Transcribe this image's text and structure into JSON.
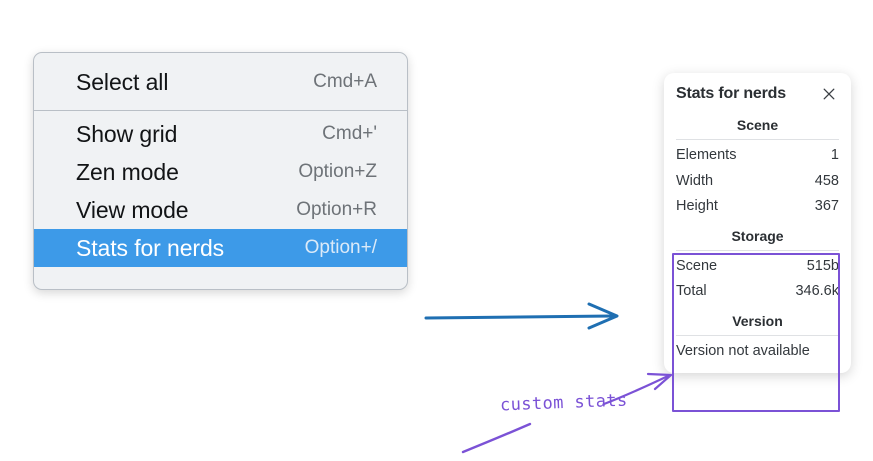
{
  "context_menu": {
    "groups": [
      {
        "items": [
          {
            "label": "Select all",
            "shortcut": "Cmd+A",
            "selected": false
          }
        ]
      },
      {
        "items": [
          {
            "label": "Show grid",
            "shortcut": "Cmd+'",
            "selected": false
          },
          {
            "label": "Zen mode",
            "shortcut": "Option+Z",
            "selected": false
          },
          {
            "label": "View mode",
            "shortcut": "Option+R",
            "selected": false
          },
          {
            "label": "Stats for nerds",
            "shortcut": "Option+/",
            "selected": true
          }
        ]
      }
    ],
    "highlight_color": "#3d9ae8"
  },
  "stats_panel": {
    "title": "Stats for nerds",
    "close_icon": "close-icon",
    "sections": [
      {
        "title": "Scene",
        "rows": [
          {
            "key": "Elements",
            "value": "1"
          },
          {
            "key": "Width",
            "value": "458"
          },
          {
            "key": "Height",
            "value": "367"
          }
        ]
      },
      {
        "title": "Storage",
        "rows": [
          {
            "key": "Scene",
            "value": "515b"
          },
          {
            "key": "Total",
            "value": "346.6k"
          }
        ]
      },
      {
        "title": "Version",
        "note": "Version not available",
        "rows": []
      }
    ]
  },
  "annotations": {
    "custom_stats_label": "custom stats",
    "highlight_box_color": "#7b52d6",
    "arrow_color": "#1f6fb2"
  }
}
